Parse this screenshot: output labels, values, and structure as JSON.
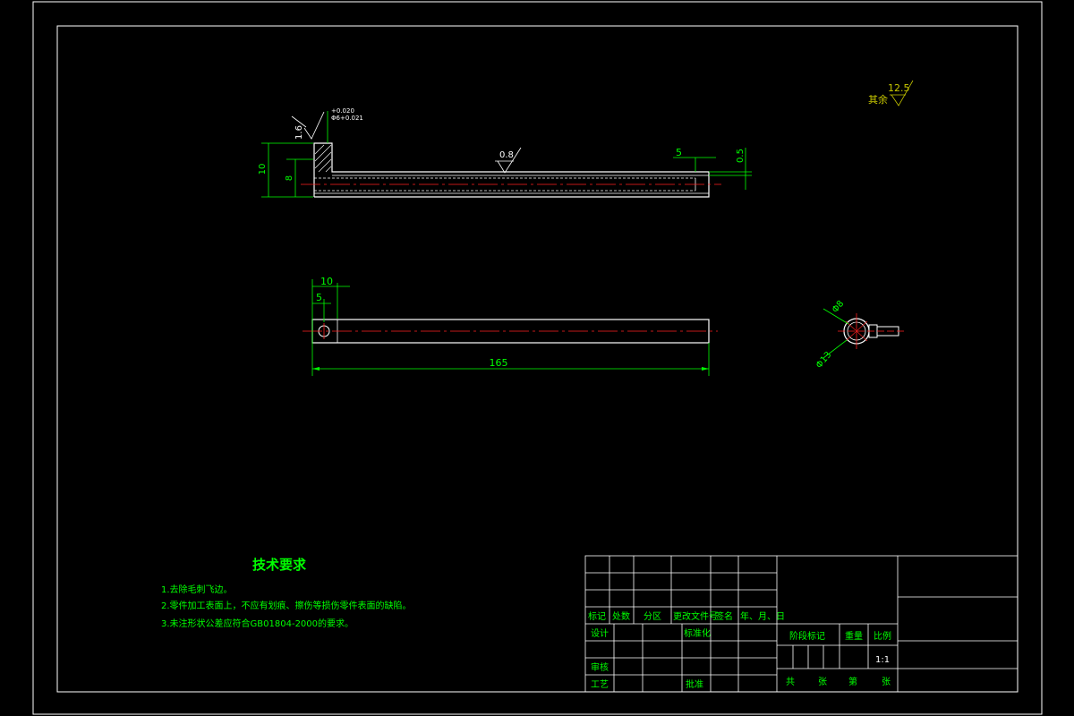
{
  "dims": {
    "d_10": "10",
    "d_8": "8",
    "d_5_top": "5",
    "d_05": "0.5",
    "d_10_plan": "10",
    "d_5_plan": "5",
    "d_165": "165",
    "d_dia8": "Φ8",
    "d_dia13": "Φ13"
  },
  "roughness": {
    "top_left": "1.6",
    "middle": "0.8",
    "other_label": "其余",
    "other_value": "12.5"
  },
  "tolerance": {
    "upper": "+0.020",
    "lower": "Φ6+0.021"
  },
  "tech_req": {
    "title": "技术要求",
    "items": [
      "1.去除毛刺飞边。",
      "2.零件加工表面上，不应有划痕、擦伤等损伤零件表面的缺陷。",
      "3.未注形状公差应符合GB01804-2000的要求。"
    ]
  },
  "title_block": {
    "mark": "标记",
    "count": "处数",
    "zone": "分区",
    "doc_no": "更改文件号",
    "sign": "签名",
    "date": "年、月、日",
    "design": "设计",
    "standard": "标准化",
    "review": "审核",
    "process": "工艺",
    "approve": "批准",
    "stage": "阶段标记",
    "weight": "重量",
    "scale_label": "比例",
    "scale_value": "1:1",
    "total": "共",
    "sheet_unit": "张",
    "page": "第",
    "page_unit": "张"
  }
}
